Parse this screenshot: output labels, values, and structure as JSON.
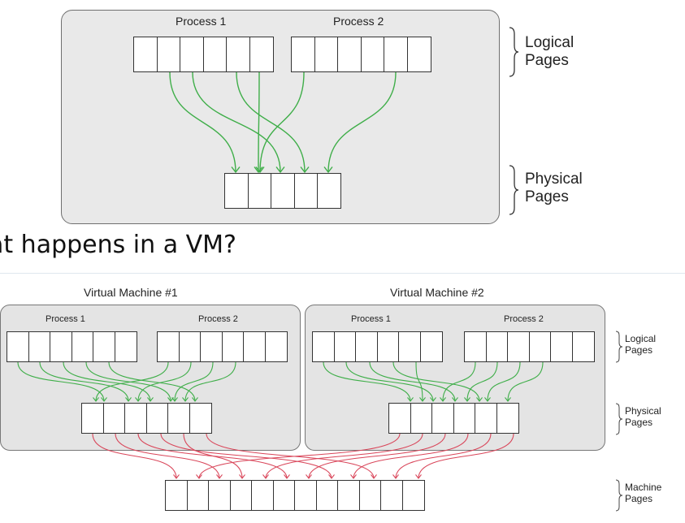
{
  "top_diagram": {
    "process1_label": "Process 1",
    "process2_label": "Process 2",
    "logical_line1": "Logical",
    "logical_line2": "Pages",
    "physical_line1": "Physical",
    "physical_line2": "Pages"
  },
  "heading": "at happens in a VM?",
  "vm_diagram": {
    "vm1_title": "Virtual Machine #1",
    "vm2_title": "Virtual Machine #2",
    "vm1_process1": "Process 1",
    "vm1_process2": "Process 2",
    "vm2_process1": "Process 1",
    "vm2_process2": "Process 2",
    "logical_line1": "Logical",
    "logical_line2": "Pages",
    "physical_line1": "Physical",
    "physical_line2": "Pages",
    "machine_line1": "Machine",
    "machine_line2": "Pages"
  },
  "colors": {
    "logical_to_physical_arrow": "#3fae49",
    "physical_to_machine_arrow": "#d9465a",
    "panel_fill": "#e9e9e9"
  }
}
